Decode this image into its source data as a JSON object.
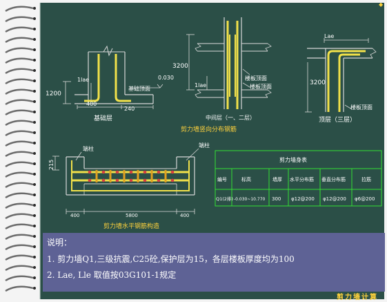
{
  "colors": {
    "board": "#2b4f47",
    "line": "#d8d8d8",
    "rebar": "#f2e14a",
    "stirrup": "#e0a020",
    "table_line": "#33e033",
    "notes_panel": "#5e6295",
    "footer": "#ffd23c"
  },
  "diagram_base": {
    "caption": "基础层",
    "dim_height": "1200",
    "dim_lae": "1lae",
    "dim_bottom_left": "400",
    "dim_bottom_right": "240",
    "label_top": "基础顶面",
    "label_value": "0.030"
  },
  "diagram_middle": {
    "caption": "中间层（一、二层）",
    "dim_height": "3200",
    "dim_lae": "1lae",
    "label_upper": "楼板顶面",
    "label_lower": "楼板顶面"
  },
  "diagram_top": {
    "caption": "顶层（三层）",
    "dim_lae": "Lae",
    "dim_height": "3200",
    "label_floor": "楼板顶面"
  },
  "vertical_title": "剪力墙竖向分布钢筋",
  "horizontal_section": {
    "caption": "剪力墙水平钢筋构造",
    "left_label": "端柱",
    "right_label": "端柱",
    "dim_height": "215",
    "dim_left": "400",
    "dim_middle": "5800",
    "dim_right": "400"
  },
  "table": {
    "title": "剪力墙身表",
    "headers": [
      "编号",
      "标高",
      "墙厚",
      "水平分布筋",
      "垂直分布筋",
      "拉筋"
    ],
    "row": [
      "Q1(2排)",
      "-0.030~10.770",
      "300",
      "φ12@200",
      "φ12@200",
      "φ6@200"
    ]
  },
  "notes": {
    "heading": "说明：",
    "line1": "1. 剪力墙Q1,三级抗震,C25砼,保护层为15，各层楼板厚度均为100",
    "line2": "2. Lae, Lle 取值按03G101-1规定"
  },
  "footer": "剪力墙计算",
  "corner": "◆"
}
